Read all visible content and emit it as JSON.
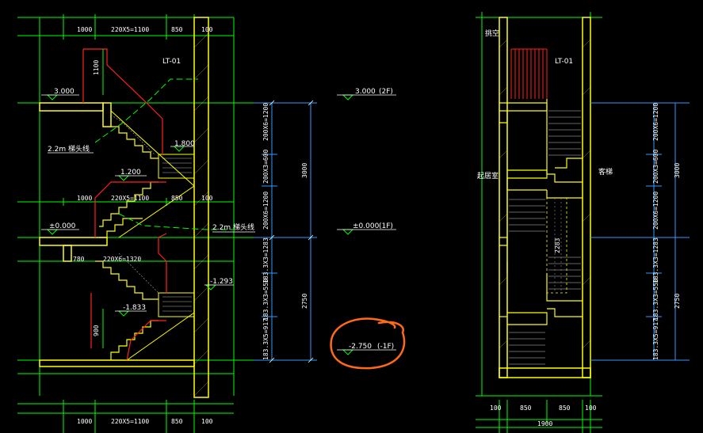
{
  "left_section": {
    "top_dims": [
      "1000",
      "220X5=1100",
      "850",
      "100"
    ],
    "mid_dims": [
      "1000",
      "220X5=1100",
      "850",
      "100"
    ],
    "lower_dims": [
      "780",
      "220X6=1320"
    ],
    "bottom_dims": [
      "1000",
      "220X5=1100",
      "850",
      "100"
    ],
    "rail_height": "1100",
    "rail_height_lower": "900",
    "stair_label": "LT-01",
    "level_labels": [
      "3.000",
      "1.800",
      "1.200",
      "±0.000",
      "-1.293",
      "-1.833"
    ],
    "note_left": "2.2m  梯头线",
    "note_right": "2.2m  梯头线"
  },
  "middle_section": {
    "vertical_dims": [
      "200X6=1200",
      "200X3=600",
      "200X6=1200",
      "183.3X3=1283",
      "183.3X3=550",
      "183.3X5=917"
    ],
    "total_dims": [
      "3000",
      "2750"
    ],
    "level_tags": [
      {
        "value": "3.000",
        "floor": "(2F)"
      },
      {
        "value": "±0.000",
        "floor": "(1F)"
      },
      {
        "value": "-2.750",
        "floor": "(-1F)"
      }
    ]
  },
  "right_section": {
    "room_labels": [
      "挑空",
      "起居室",
      "客梯"
    ],
    "stair_label": "LT-01",
    "inner_dim": "2283",
    "vertical_dims": [
      "200X6=1200",
      "200X3=600",
      "200X6=1200",
      "183.3X3=1283",
      "183.3X3=550",
      "183.3X5=917"
    ],
    "total_dims": [
      "3000",
      "2750"
    ],
    "bottom_dims": [
      "100",
      "850",
      "850",
      "100"
    ],
    "bottom_total": "1900"
  }
}
